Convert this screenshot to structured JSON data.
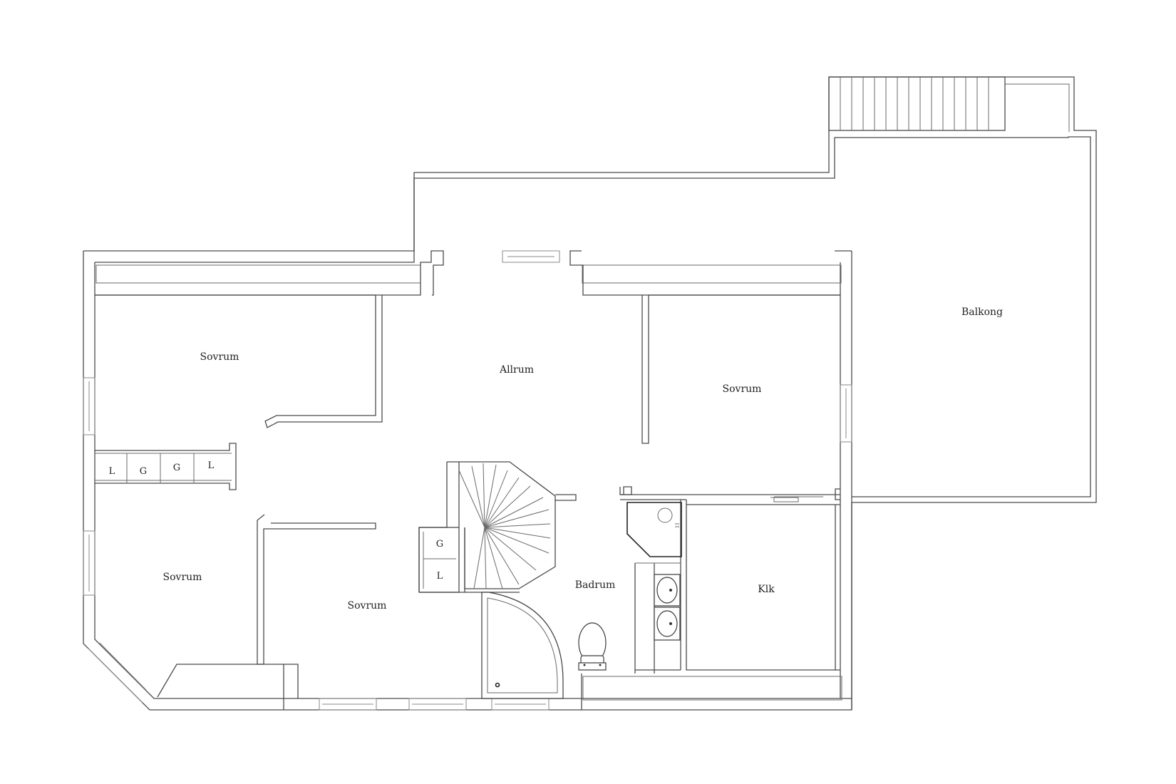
{
  "rooms": [
    {
      "key": "sovrum_nw",
      "label": "Sovrum"
    },
    {
      "key": "allrum",
      "label": "Allrum"
    },
    {
      "key": "sovrum_ne",
      "label": "Sovrum"
    },
    {
      "key": "balkong",
      "label": "Balkong"
    },
    {
      "key": "sovrum_sw",
      "label": "Sovrum"
    },
    {
      "key": "sovrum_s",
      "label": "Sovrum"
    },
    {
      "key": "badrum",
      "label": "Badrum"
    },
    {
      "key": "klk",
      "label": "Klk"
    }
  ],
  "closets": {
    "west_row": [
      "L",
      "G",
      "G",
      "L"
    ],
    "stair_column": [
      "G",
      "L"
    ]
  },
  "colors": {
    "wall": "#4a4a4a",
    "background": "#ffffff",
    "label": "#222222"
  }
}
